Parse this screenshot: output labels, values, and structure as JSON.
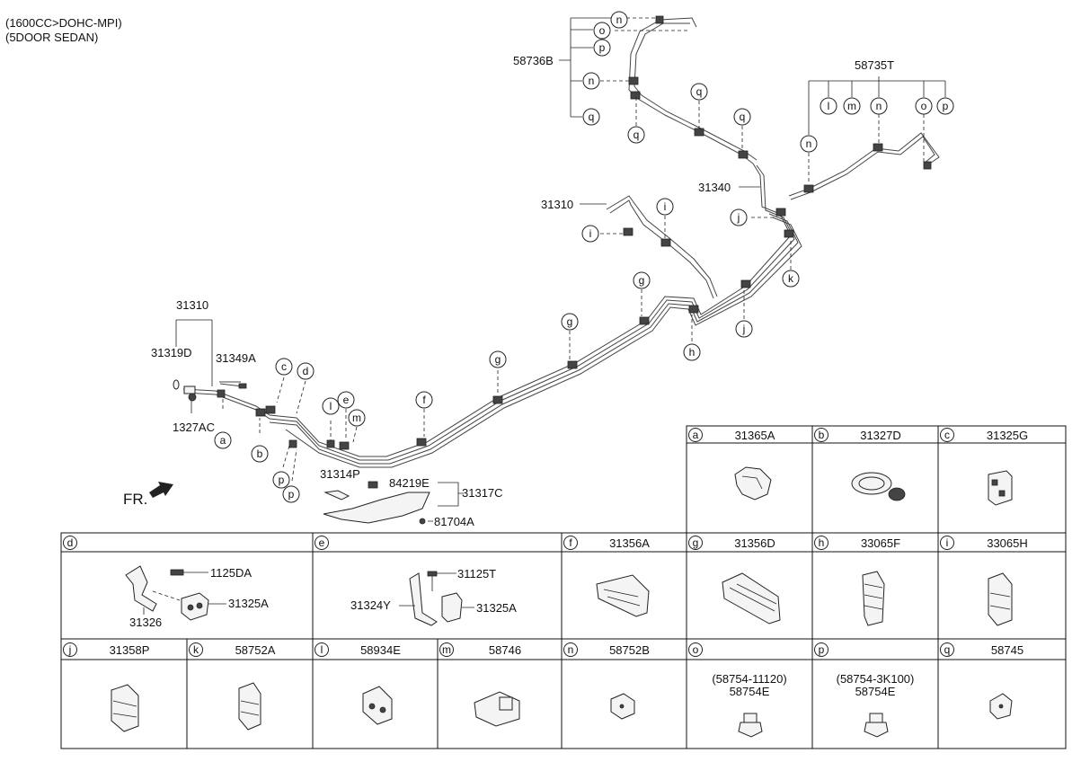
{
  "header": {
    "line1": "(1600CC>DOHC-MPI)",
    "line2": "(5DOOR SEDAN)"
  },
  "direction_label": "FR.",
  "callouts": [
    {
      "id": "n1",
      "letter": "n"
    },
    {
      "id": "o1",
      "letter": "o"
    },
    {
      "id": "p1",
      "letter": "p"
    },
    {
      "id": "n2",
      "letter": "n"
    },
    {
      "id": "q1",
      "letter": "q"
    },
    {
      "id": "q2",
      "letter": "q"
    },
    {
      "id": "q3",
      "letter": "q"
    },
    {
      "id": "q4",
      "letter": "q"
    },
    {
      "id": "l1",
      "letter": "l"
    },
    {
      "id": "m1",
      "letter": "m"
    },
    {
      "id": "n3",
      "letter": "n"
    },
    {
      "id": "o2",
      "letter": "o"
    },
    {
      "id": "p2",
      "letter": "p"
    },
    {
      "id": "n4",
      "letter": "n"
    },
    {
      "id": "i1",
      "letter": "i"
    },
    {
      "id": "i2",
      "letter": "i"
    },
    {
      "id": "j1",
      "letter": "j"
    },
    {
      "id": "k1",
      "letter": "k"
    },
    {
      "id": "j2",
      "letter": "j"
    },
    {
      "id": "g1",
      "letter": "g"
    },
    {
      "id": "h1",
      "letter": "h"
    },
    {
      "id": "g2",
      "letter": "g"
    },
    {
      "id": "g3",
      "letter": "g"
    },
    {
      "id": "f1",
      "letter": "f"
    },
    {
      "id": "e1",
      "letter": "e"
    },
    {
      "id": "l2",
      "letter": "l"
    },
    {
      "id": "m2",
      "letter": "m"
    },
    {
      "id": "c1",
      "letter": "c"
    },
    {
      "id": "d1",
      "letter": "d"
    },
    {
      "id": "a1",
      "letter": "a"
    },
    {
      "id": "b1",
      "letter": "b"
    },
    {
      "id": "p3",
      "letter": "p"
    },
    {
      "id": "p4",
      "letter": "p"
    }
  ],
  "part_labels": {
    "p58736B": "58736B",
    "p58735T": "58735T",
    "p31340": "31340",
    "p31310_top": "31310",
    "p31310_left": "31310",
    "p31319D": "31319D",
    "p31349A": "31349A",
    "p1327AC": "1327AC",
    "p31314P": "31314P",
    "p84219E": "84219E",
    "p31317C": "31317C",
    "p81704A": "81704A"
  },
  "table": {
    "row1": [
      {
        "id": "a",
        "letter": "a",
        "part": "31365A"
      },
      {
        "id": "b",
        "letter": "b",
        "part": "31327D"
      },
      {
        "id": "c",
        "letter": "c",
        "part": "31325G"
      }
    ],
    "row2": [
      {
        "id": "d",
        "letter": "d",
        "part": ""
      },
      {
        "id": "e",
        "letter": "e",
        "part": ""
      },
      {
        "id": "f",
        "letter": "f",
        "part": "31356A"
      },
      {
        "id": "g",
        "letter": "g",
        "part": "31356D"
      },
      {
        "id": "h",
        "letter": "h",
        "part": "33065F"
      },
      {
        "id": "i",
        "letter": "i",
        "part": "33065H"
      }
    ],
    "row3": [
      {
        "id": "j",
        "letter": "j",
        "part": "31358P"
      },
      {
        "id": "k",
        "letter": "k",
        "part": "58752A"
      },
      {
        "id": "l",
        "letter": "l",
        "part": "58934E"
      },
      {
        "id": "m",
        "letter": "m",
        "part": "58746"
      },
      {
        "id": "n",
        "letter": "n",
        "part": "58752B"
      },
      {
        "id": "o",
        "letter": "o",
        "part": ""
      },
      {
        "id": "p",
        "letter": "p",
        "part": ""
      },
      {
        "id": "q",
        "letter": "q",
        "part": "58745"
      }
    ],
    "d_labels": {
      "l1125DA": "1125DA",
      "l31325A": "31325A",
      "l31326": "31326"
    },
    "e_labels": {
      "l31125T": "31125T",
      "l31324Y": "31324Y",
      "l31325A": "31325A"
    },
    "o_labels": {
      "alt": "(58754-11120)",
      "part": "58754E"
    },
    "p_labels": {
      "alt": "(58754-3K100)",
      "part": "58754E"
    }
  }
}
